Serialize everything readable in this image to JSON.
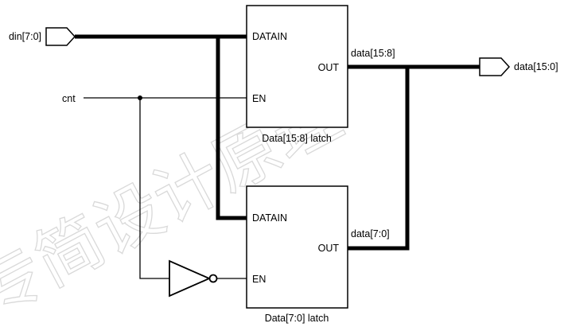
{
  "ports": {
    "input_din": "din[7:0]",
    "input_cnt": "cnt",
    "output_data": "data[15:0]"
  },
  "latch_high": {
    "caption": "Data[15:8] latch",
    "pin_datain": "DATAIN",
    "pin_en": "EN",
    "pin_out": "OUT",
    "out_net": "data[15:8]"
  },
  "latch_low": {
    "caption": "Data[7:0] latch",
    "pin_datain": "DATAIN",
    "pin_en": "EN",
    "pin_out": "OUT",
    "out_net": "data[7:0]"
  },
  "watermark": "专简设计原理",
  "colors": {
    "wire": "#000000",
    "watermark": "#d9d9d9",
    "background": "#ffffff"
  }
}
